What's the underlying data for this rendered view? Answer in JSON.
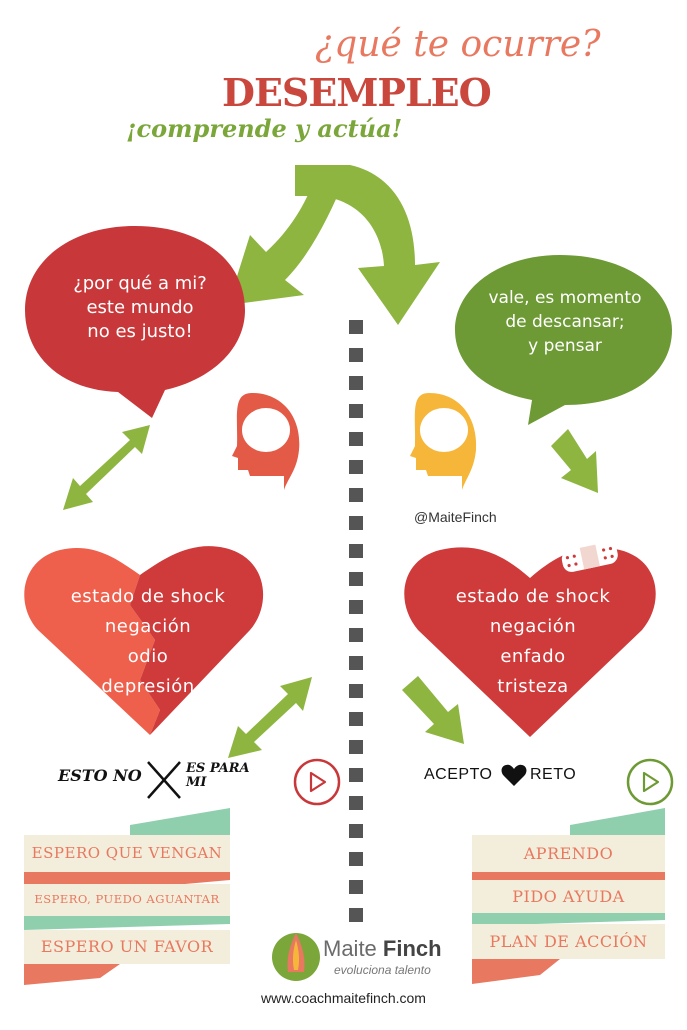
{
  "header": {
    "question": "¿qué te ocurre?",
    "title": "DESEMPLEO",
    "subtitle": "¡comprende y actúa!"
  },
  "left_bubble": {
    "lines": [
      "¿por qué a mi?",
      "este mundo",
      "no es justo!"
    ]
  },
  "right_bubble": {
    "lines": [
      "vale, es momento",
      "de descansar;",
      "y pensar"
    ]
  },
  "handle": "@MaiteFinch",
  "left_heart": {
    "lines": [
      "estado de shock",
      "negación",
      "odio",
      "depresión"
    ]
  },
  "right_heart": {
    "lines": [
      "estado de shock",
      "negación",
      "enfado",
      "tristeza"
    ]
  },
  "left_motto": {
    "part1": "ESTO NO",
    "part2_line1": "ES PARA",
    "part2_line2": "MI"
  },
  "right_motto": {
    "part1": "ACEPTO",
    "part2": "RETO"
  },
  "left_ribbons": [
    "ESPERO QUE VENGAN",
    "ESPERO, PUEDO AGUANTAR",
    "ESPERO UN FAVOR"
  ],
  "right_ribbons": [
    "APRENDO",
    "PIDO AYUDA",
    "PLAN DE ACCIÓN"
  ],
  "brand": {
    "name_light": "Maite ",
    "name_bold": "Finch",
    "tagline": "evoluciona talento"
  },
  "website": "www.coachmaitefinch.com",
  "colors": {
    "red": "#c8383a",
    "coral": "#e8785f",
    "green": "#7aa63a",
    "olive": "#6d9a35",
    "arrow_green": "#8db540",
    "mint": "#8fcfae",
    "cream": "#f3eedb",
    "yellow": "#f5b63a"
  }
}
